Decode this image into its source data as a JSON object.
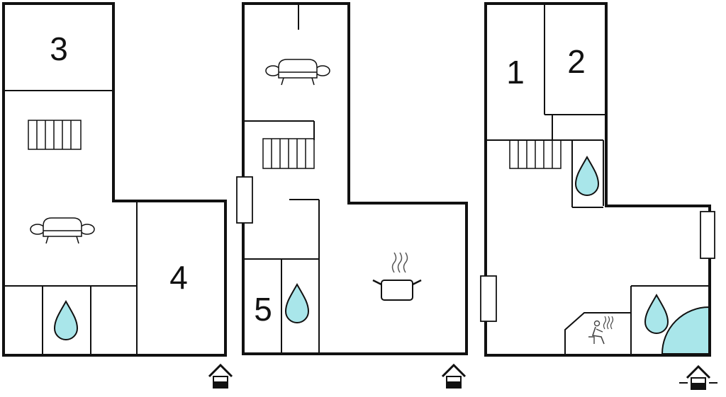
{
  "floors": [
    {
      "name": "left-floor",
      "rooms": [
        {
          "label": "3",
          "icon": "bedroom-number"
        },
        {
          "label": "4",
          "icon": "bedroom-number"
        },
        {
          "label": "",
          "icon": "stairs-icon"
        },
        {
          "label": "",
          "icon": "sofa-icon"
        },
        {
          "label": "",
          "icon": "water-drop-icon"
        }
      ],
      "entrance_icon": "entrance-icon"
    },
    {
      "name": "middle-floor",
      "rooms": [
        {
          "label": "5",
          "icon": "bedroom-number"
        },
        {
          "label": "",
          "icon": "sofa-icon"
        },
        {
          "label": "",
          "icon": "stairs-icon"
        },
        {
          "label": "",
          "icon": "water-drop-icon"
        },
        {
          "label": "",
          "icon": "cooking-pot-icon"
        }
      ],
      "entrance_icon": "entrance-icon"
    },
    {
      "name": "right-floor",
      "rooms": [
        {
          "label": "1",
          "icon": "bedroom-number"
        },
        {
          "label": "2",
          "icon": "bedroom-number"
        },
        {
          "label": "",
          "icon": "stairs-icon"
        },
        {
          "label": "",
          "icon": "water-drop-icon"
        },
        {
          "label": "",
          "icon": "sauna-icon"
        },
        {
          "label": "",
          "icon": "whirlpool-icon"
        }
      ],
      "entrance_icon": "entrance-icon"
    }
  ],
  "labels": {
    "room1": "1",
    "room2": "2",
    "room3": "3",
    "room4": "4",
    "room5": "5"
  },
  "colors": {
    "wall": "#111111",
    "water": "#a9e6ea",
    "background": "#ffffff"
  }
}
